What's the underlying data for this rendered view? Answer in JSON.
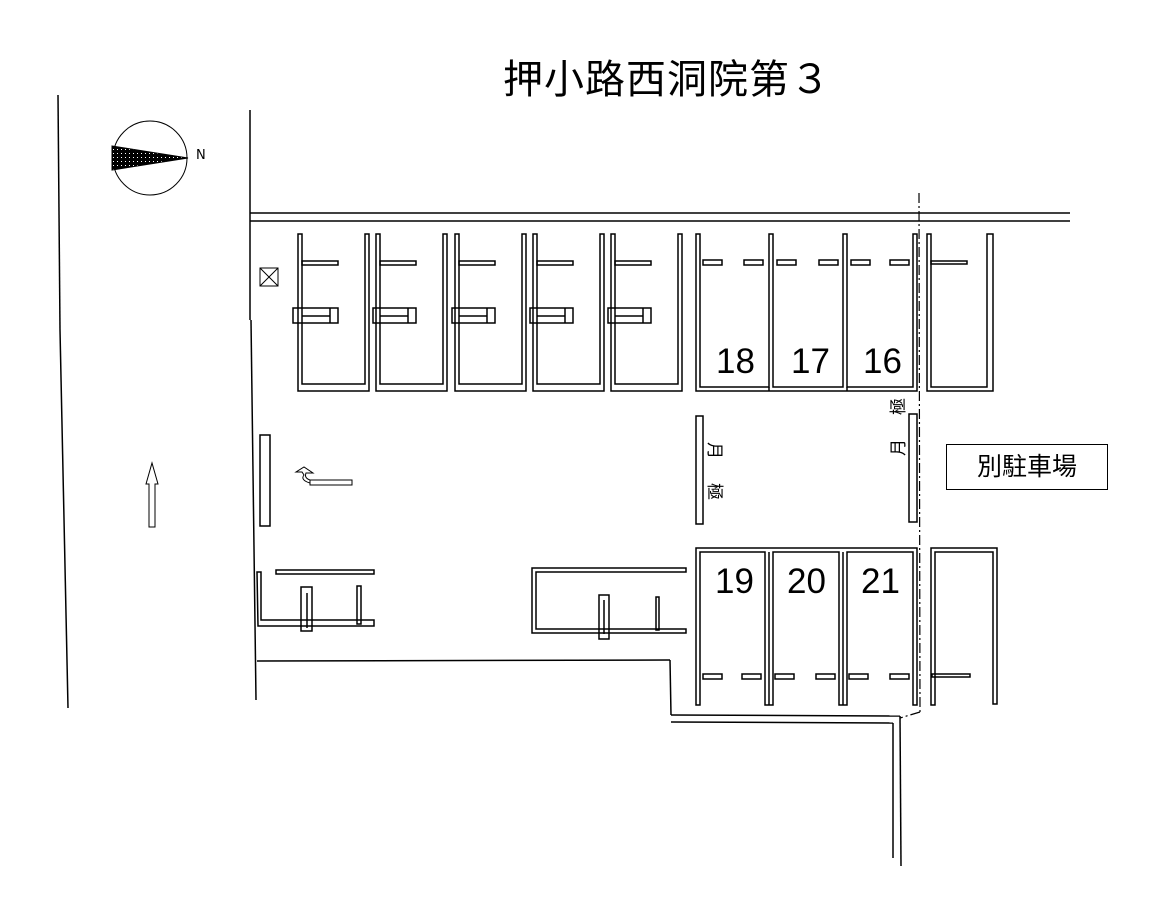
{
  "title": "押小路西洞院第３",
  "compass": {
    "label": "N",
    "icon": "north-arrow-icon"
  },
  "separate_lot_label": "別駐車場",
  "monthly_labels": {
    "left": "月極",
    "right": "月極"
  },
  "spaces": {
    "top_row_numbered": [
      "18",
      "17",
      "16"
    ],
    "bottom_row_numbered": [
      "19",
      "20",
      "21"
    ]
  },
  "icons": {
    "entrance_arrow": "up-arrow-icon",
    "turn_arrow": "u-turn-arrow-icon",
    "meter_box": "x-box-icon"
  },
  "colors": {
    "line": "#000000",
    "background": "#ffffff"
  }
}
